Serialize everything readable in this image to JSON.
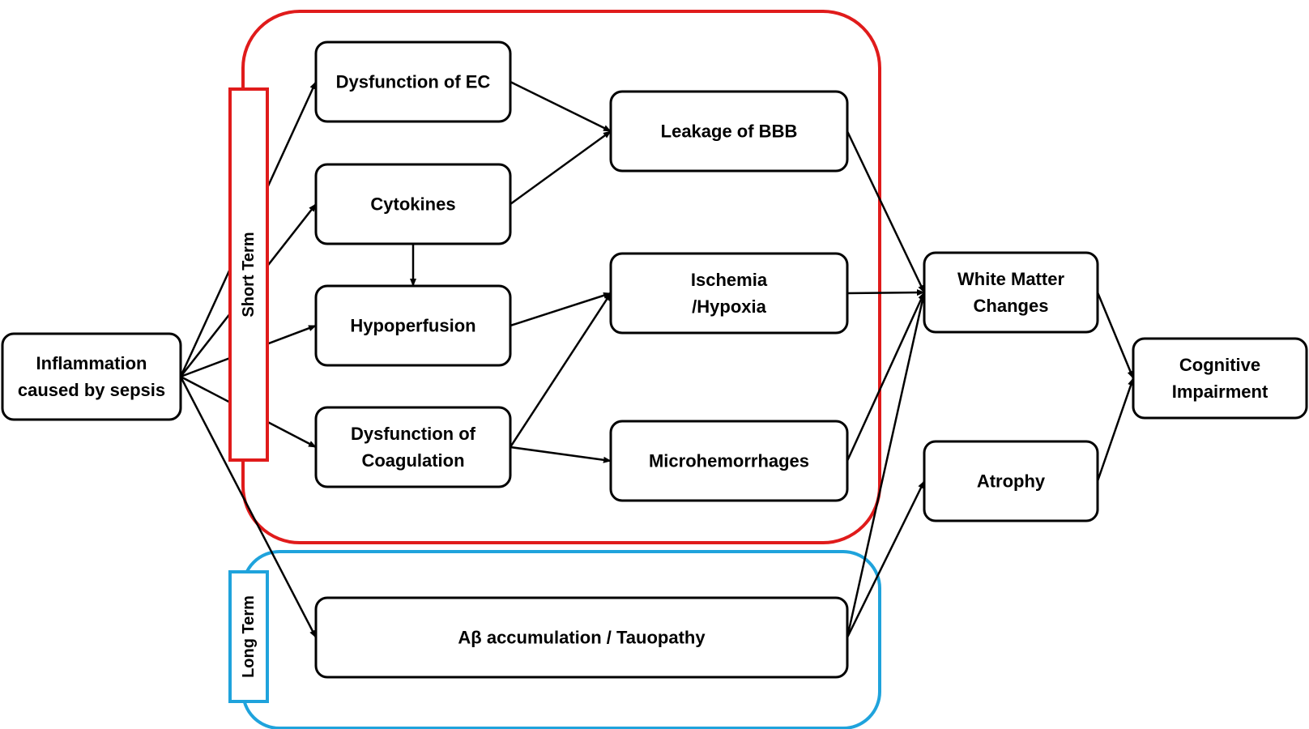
{
  "colors": {
    "short_term": "#e01b1b",
    "long_term": "#1fa3dc",
    "line": "#000000"
  },
  "groups": {
    "short_term_label": "Short Term",
    "long_term_label": "Long Term"
  },
  "nodes": {
    "inflammation": [
      "Inflammation",
      "caused by sepsis"
    ],
    "dysfunction_ec": [
      "Dysfunction of EC"
    ],
    "cytokines": [
      "Cytokines"
    ],
    "hypoperfusion": [
      "Hypoperfusion"
    ],
    "dysfunction_coagulation": [
      "Dysfunction of",
      "Coagulation"
    ],
    "leakage_bbb": [
      "Leakage of BBB"
    ],
    "ischemia_hypoxia": [
      "Ischemia",
      "/Hypoxia"
    ],
    "microhemorrhages": [
      "Microhemorrhages"
    ],
    "abeta_tauopathy": [
      "Aβ accumulation / Tauopathy"
    ],
    "white_matter": [
      "White Matter",
      "Changes"
    ],
    "atrophy": [
      "Atrophy"
    ],
    "cognitive_impairment": [
      "Cognitive",
      "Impairment"
    ]
  },
  "edges": [
    [
      "inflammation",
      "dysfunction_ec"
    ],
    [
      "inflammation",
      "cytokines"
    ],
    [
      "inflammation",
      "hypoperfusion"
    ],
    [
      "inflammation",
      "dysfunction_coagulation"
    ],
    [
      "inflammation",
      "abeta_tauopathy"
    ],
    [
      "dysfunction_ec",
      "leakage_bbb"
    ],
    [
      "cytokines",
      "leakage_bbb"
    ],
    [
      "cytokines",
      "hypoperfusion"
    ],
    [
      "hypoperfusion",
      "ischemia_hypoxia"
    ],
    [
      "dysfunction_coagulation",
      "ischemia_hypoxia"
    ],
    [
      "dysfunction_coagulation",
      "microhemorrhages"
    ],
    [
      "leakage_bbb",
      "white_matter"
    ],
    [
      "ischemia_hypoxia",
      "white_matter"
    ],
    [
      "microhemorrhages",
      "white_matter"
    ],
    [
      "abeta_tauopathy",
      "white_matter"
    ],
    [
      "abeta_tauopathy",
      "atrophy"
    ],
    [
      "white_matter",
      "cognitive_impairment"
    ],
    [
      "atrophy",
      "cognitive_impairment"
    ]
  ]
}
